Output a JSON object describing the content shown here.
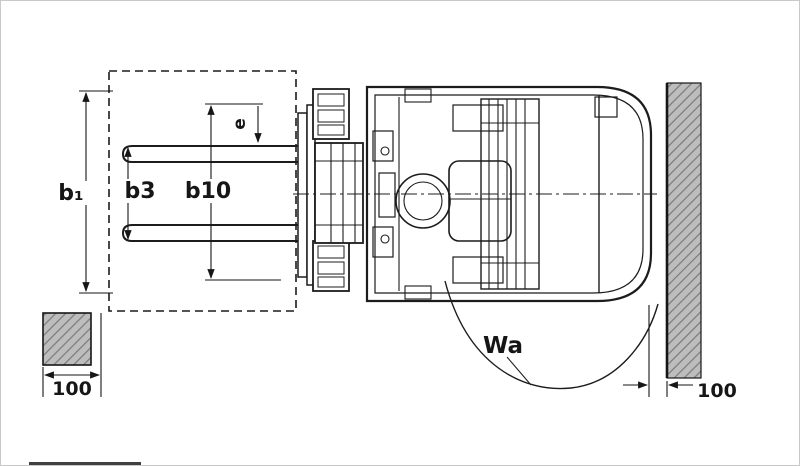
{
  "diagram": {
    "type": "technical-dimension-drawing",
    "subject": "forklift top view with load, aisle and clearance dimensions",
    "labels": {
      "b1": "b₁",
      "b3": "b3",
      "b10": "b10",
      "e": "e",
      "wa": "Wa",
      "left_clearance": "100",
      "right_clearance": "100"
    },
    "colors": {
      "line": "#1c1c1c",
      "hatch_fill": "#bdbdbd",
      "hatch_stroke": "#7a7a7a",
      "background": "#ffffff"
    }
  }
}
